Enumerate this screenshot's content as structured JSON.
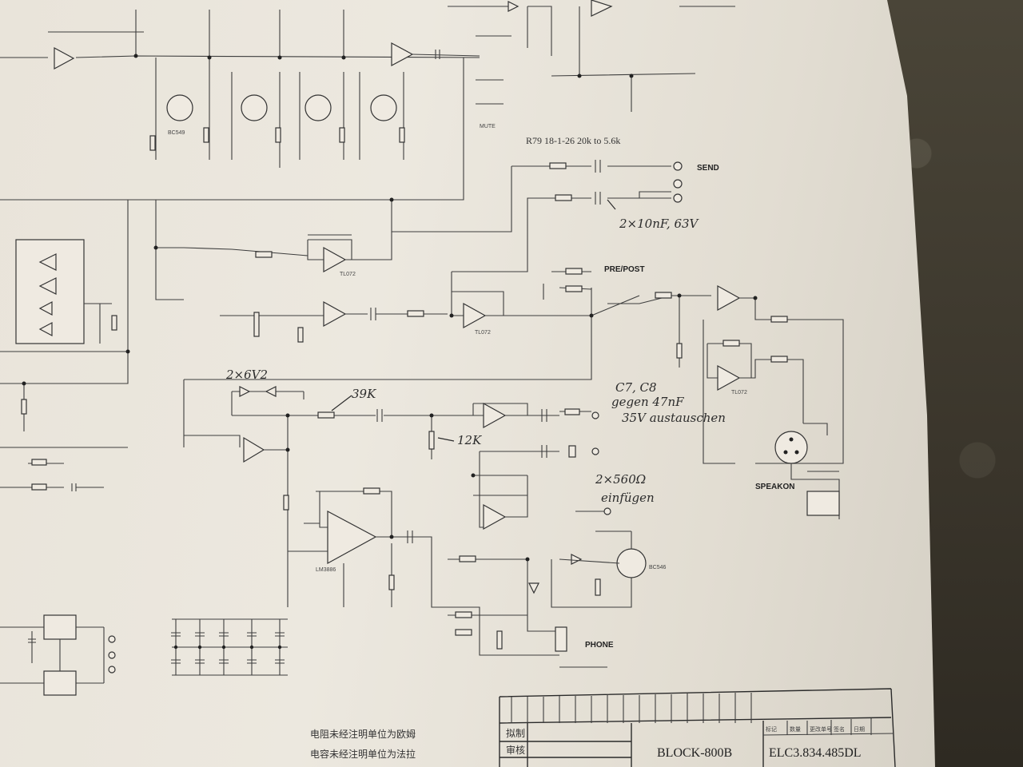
{
  "notes": {
    "r79": "R79 18-1-26 20k to 5.6k",
    "caps_2x": "2×10nF, 63V",
    "zener": "2×6V2",
    "r39": "39K",
    "r12": "12K",
    "c7c8_1": "C7, C8",
    "c7c8_2": "gegen 47nF",
    "c7c8_3": "35V austauschen",
    "res560_1": "2×560Ω",
    "res560_2": "einfügen"
  },
  "labels": {
    "send": "SEND",
    "prepost": "PRE/POST",
    "speakon": "SPEAKON",
    "phone": "PHONE",
    "mute": "MUTE"
  },
  "ic_labels": {
    "tl072": "TL072",
    "lm3886": "LM3886",
    "bc546": "BC546",
    "bc549": "BC549"
  },
  "title_block": {
    "drawing_name": "BLOCK-800B",
    "drawing_number": "ELC3.834.485DL",
    "row1": "拟制",
    "row2": "审核",
    "header_cells": [
      "标记",
      "数量",
      "更改单号",
      "签名",
      "日期"
    ]
  },
  "footnotes": {
    "line1": "电阻未经注明单位为欧姆",
    "line2": "电容未经注明单位为法拉"
  }
}
